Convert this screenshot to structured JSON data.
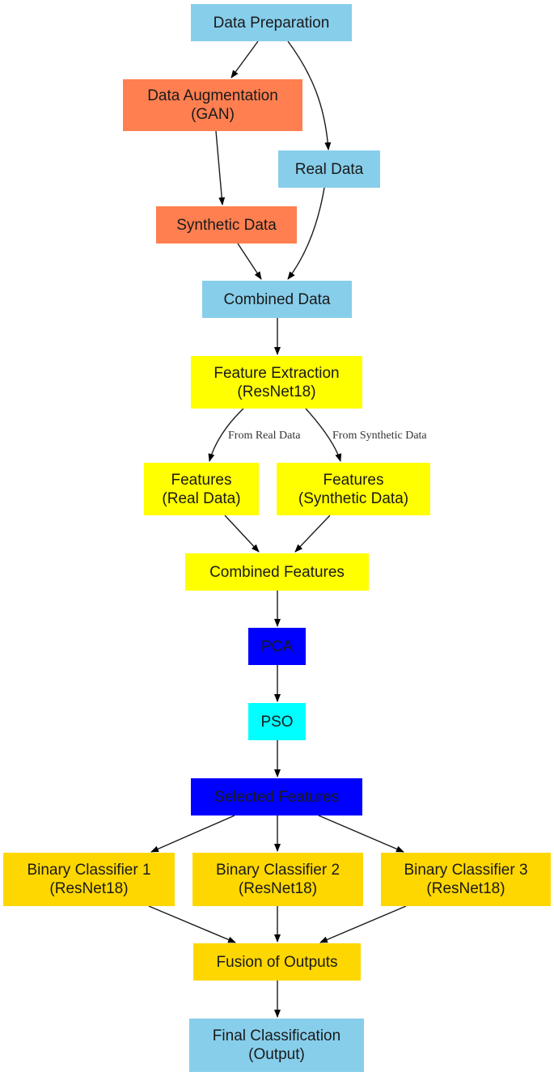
{
  "diagram": {
    "type": "flowchart",
    "nodes": [
      {
        "id": "data_prep",
        "lines": [
          "Data Preparation"
        ],
        "color": "#87CEEB"
      },
      {
        "id": "data_aug",
        "lines": [
          "Data Augmentation",
          "(GAN)"
        ],
        "color": "#FF7F50"
      },
      {
        "id": "real_data",
        "lines": [
          "Real Data"
        ],
        "color": "#87CEEB"
      },
      {
        "id": "synthetic_data",
        "lines": [
          "Synthetic Data"
        ],
        "color": "#FF7F50"
      },
      {
        "id": "combined_data",
        "lines": [
          "Combined Data"
        ],
        "color": "#87CEEB"
      },
      {
        "id": "feature_extraction",
        "lines": [
          "Feature Extraction",
          "(ResNet18)"
        ],
        "color": "#FFFF00"
      },
      {
        "id": "features_real",
        "lines": [
          "Features",
          "(Real Data)"
        ],
        "color": "#FFFF00"
      },
      {
        "id": "features_synthetic",
        "lines": [
          "Features",
          "(Synthetic Data)"
        ],
        "color": "#FFFF00"
      },
      {
        "id": "combined_features",
        "lines": [
          "Combined Features"
        ],
        "color": "#FFFF00"
      },
      {
        "id": "pca",
        "lines": [
          "PCA"
        ],
        "color": "#0000FF"
      },
      {
        "id": "pso",
        "lines": [
          "PSO"
        ],
        "color": "#00FFFF"
      },
      {
        "id": "selected_features",
        "lines": [
          "Selected Features"
        ],
        "color": "#0000FF"
      },
      {
        "id": "binary_classifier_1",
        "lines": [
          "Binary Classifier 1",
          "(ResNet18)"
        ],
        "color": "#FFD700"
      },
      {
        "id": "binary_classifier_2",
        "lines": [
          "Binary Classifier 2",
          "(ResNet18)"
        ],
        "color": "#FFD700"
      },
      {
        "id": "binary_classifier_3",
        "lines": [
          "Binary Classifier 3",
          "(ResNet18)"
        ],
        "color": "#FFD700"
      },
      {
        "id": "fusion",
        "lines": [
          "Fusion of Outputs"
        ],
        "color": "#FFD700"
      },
      {
        "id": "final_classification",
        "lines": [
          "Final Classification",
          "(Output)"
        ],
        "color": "#87CEEB"
      }
    ],
    "edges": [
      {
        "from": "data_prep",
        "to": "data_aug",
        "label": ""
      },
      {
        "from": "data_prep",
        "to": "real_data",
        "label": ""
      },
      {
        "from": "data_aug",
        "to": "synthetic_data",
        "label": ""
      },
      {
        "from": "synthetic_data",
        "to": "combined_data",
        "label": ""
      },
      {
        "from": "real_data",
        "to": "combined_data",
        "label": ""
      },
      {
        "from": "combined_data",
        "to": "feature_extraction",
        "label": ""
      },
      {
        "from": "feature_extraction",
        "to": "features_real",
        "label": "From Real Data"
      },
      {
        "from": "feature_extraction",
        "to": "features_synthetic",
        "label": "From Synthetic Data"
      },
      {
        "from": "features_real",
        "to": "combined_features",
        "label": ""
      },
      {
        "from": "features_synthetic",
        "to": "combined_features",
        "label": ""
      },
      {
        "from": "combined_features",
        "to": "pca",
        "label": ""
      },
      {
        "from": "pca",
        "to": "pso",
        "label": ""
      },
      {
        "from": "pso",
        "to": "selected_features",
        "label": ""
      },
      {
        "from": "selected_features",
        "to": "binary_classifier_1",
        "label": ""
      },
      {
        "from": "selected_features",
        "to": "binary_classifier_2",
        "label": ""
      },
      {
        "from": "selected_features",
        "to": "binary_classifier_3",
        "label": ""
      },
      {
        "from": "binary_classifier_1",
        "to": "fusion",
        "label": ""
      },
      {
        "from": "binary_classifier_2",
        "to": "fusion",
        "label": ""
      },
      {
        "from": "binary_classifier_3",
        "to": "fusion",
        "label": ""
      },
      {
        "from": "fusion",
        "to": "final_classification",
        "label": ""
      }
    ]
  }
}
